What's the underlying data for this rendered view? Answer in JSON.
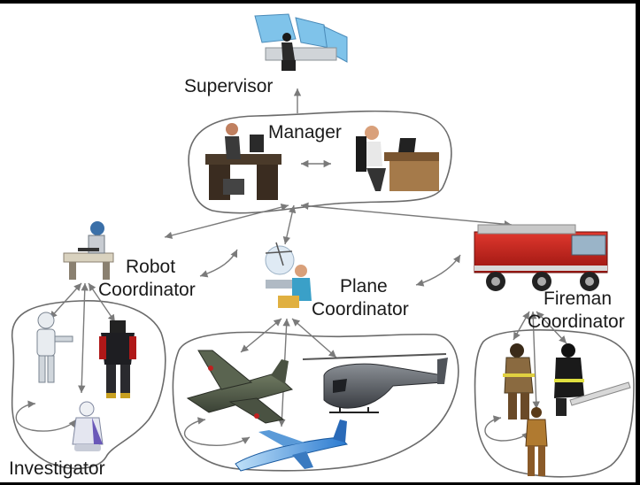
{
  "labels": {
    "supervisor": "Supervisor",
    "manager": "Manager",
    "robot_coordinator_1": "Robot",
    "robot_coordinator_2": "Coordinator",
    "plane_coordinator_1": "Plane",
    "plane_coordinator_2": "Coordinator",
    "fireman_coordinator_1": "Fireman",
    "fireman_coordinator_2": "Coordinator",
    "investigator": "Investigator"
  },
  "icons": {
    "supervisor": "control-room-icon",
    "manager_1": "person-at-desk-icon",
    "manager_2": "woman-at-laptop-icon",
    "robot_coordinator": "robot-workstation-icon",
    "plane_coordinator": "air-traffic-controller-icon",
    "fireman_coordinator": "fire-truck-icon",
    "robots": [
      "humanoid-robot-icon",
      "mecha-robot-icon",
      "small-robot-icon"
    ],
    "planes": [
      "fighter-jet-icon",
      "helicopter-icon",
      "airliner-icon"
    ],
    "firemen": [
      "fireman-icon",
      "fireman-hose-icon",
      "fireman-small-icon"
    ]
  },
  "colors": {
    "outline": "#6b6b6b",
    "arrow": "#7a7a7a",
    "background": "#ffffff",
    "frame": "#000000"
  }
}
